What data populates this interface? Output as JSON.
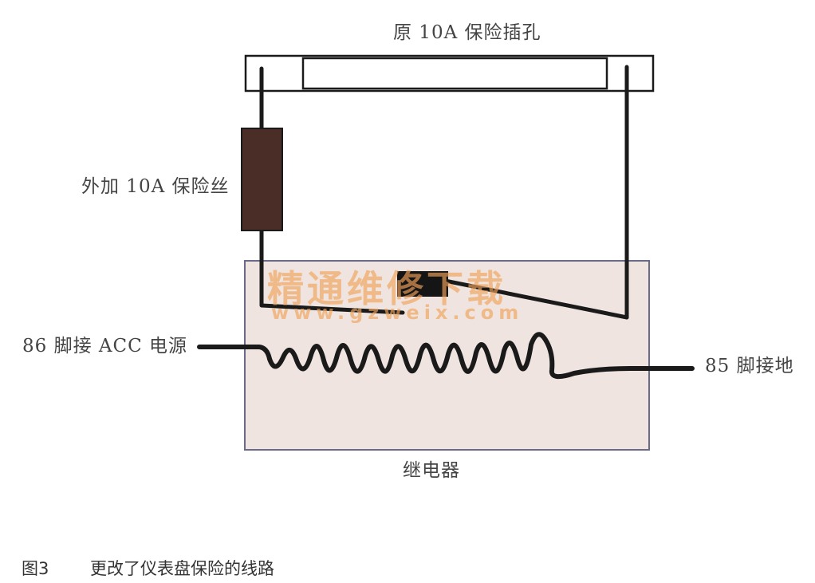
{
  "labels": {
    "fuse_socket": "原 10A 保险插孔",
    "added_fuse": "外加 10A 保险丝",
    "pin86": "86 脚接 ACC 电源",
    "pin85": "85 脚接地",
    "relay": "继电器"
  },
  "caption": {
    "figure_number": "图3",
    "title": "更改了仪表盘保险的线路"
  },
  "watermark": {
    "text": "精通维修下载",
    "url": "www.gzweix.com",
    "color": "#f2a35a"
  },
  "colors": {
    "line": "#1a1a1a",
    "fuse_body": "#4a2d26",
    "relay_fill": "#efe4e0",
    "relay_border": "#6a6a8a",
    "contact_block": "#151515"
  }
}
